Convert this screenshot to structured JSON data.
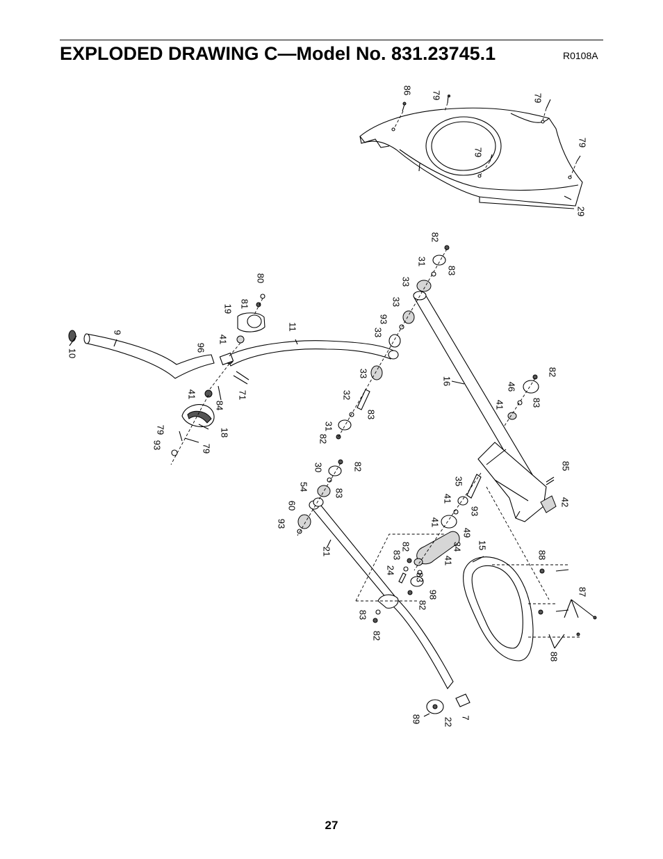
{
  "header": {
    "title": "EXPLODED DRAWING C—Model No. 831.23745.1",
    "drawing_code": "R0108A"
  },
  "footer": {
    "page_number": "27"
  },
  "part_labels": [
    {
      "text": "86"
    },
    {
      "text": "79"
    },
    {
      "text": "79"
    },
    {
      "text": "79"
    },
    {
      "text": "79"
    },
    {
      "text": "29"
    },
    {
      "text": "82"
    },
    {
      "text": "31"
    },
    {
      "text": "83"
    },
    {
      "text": "33"
    },
    {
      "text": "80"
    },
    {
      "text": "33"
    },
    {
      "text": "19"
    },
    {
      "text": "81"
    },
    {
      "text": "93"
    },
    {
      "text": "33"
    },
    {
      "text": "11"
    },
    {
      "text": "9"
    },
    {
      "text": "41"
    },
    {
      "text": "96"
    },
    {
      "text": "10"
    },
    {
      "text": "33"
    },
    {
      "text": "16"
    },
    {
      "text": "46"
    },
    {
      "text": "82"
    },
    {
      "text": "41"
    },
    {
      "text": "83"
    },
    {
      "text": "32"
    },
    {
      "text": "71"
    },
    {
      "text": "84"
    },
    {
      "text": "41"
    },
    {
      "text": "31"
    },
    {
      "text": "83"
    },
    {
      "text": "82"
    },
    {
      "text": "18"
    },
    {
      "text": "79"
    },
    {
      "text": "79"
    },
    {
      "text": "93"
    },
    {
      "text": "30"
    },
    {
      "text": "82"
    },
    {
      "text": "54"
    },
    {
      "text": "83"
    },
    {
      "text": "35"
    },
    {
      "text": "85"
    },
    {
      "text": "60"
    },
    {
      "text": "41"
    },
    {
      "text": "42"
    },
    {
      "text": "93"
    },
    {
      "text": "93"
    },
    {
      "text": "41"
    },
    {
      "text": "49"
    },
    {
      "text": "21"
    },
    {
      "text": "34"
    },
    {
      "text": "15"
    },
    {
      "text": "82"
    },
    {
      "text": "83"
    },
    {
      "text": "41"
    },
    {
      "text": "24"
    },
    {
      "text": "88"
    },
    {
      "text": "83"
    },
    {
      "text": "98"
    },
    {
      "text": "82"
    },
    {
      "text": "87"
    },
    {
      "text": "83"
    },
    {
      "text": "82"
    },
    {
      "text": "88"
    },
    {
      "text": "89"
    },
    {
      "text": "22"
    },
    {
      "text": "7"
    }
  ]
}
